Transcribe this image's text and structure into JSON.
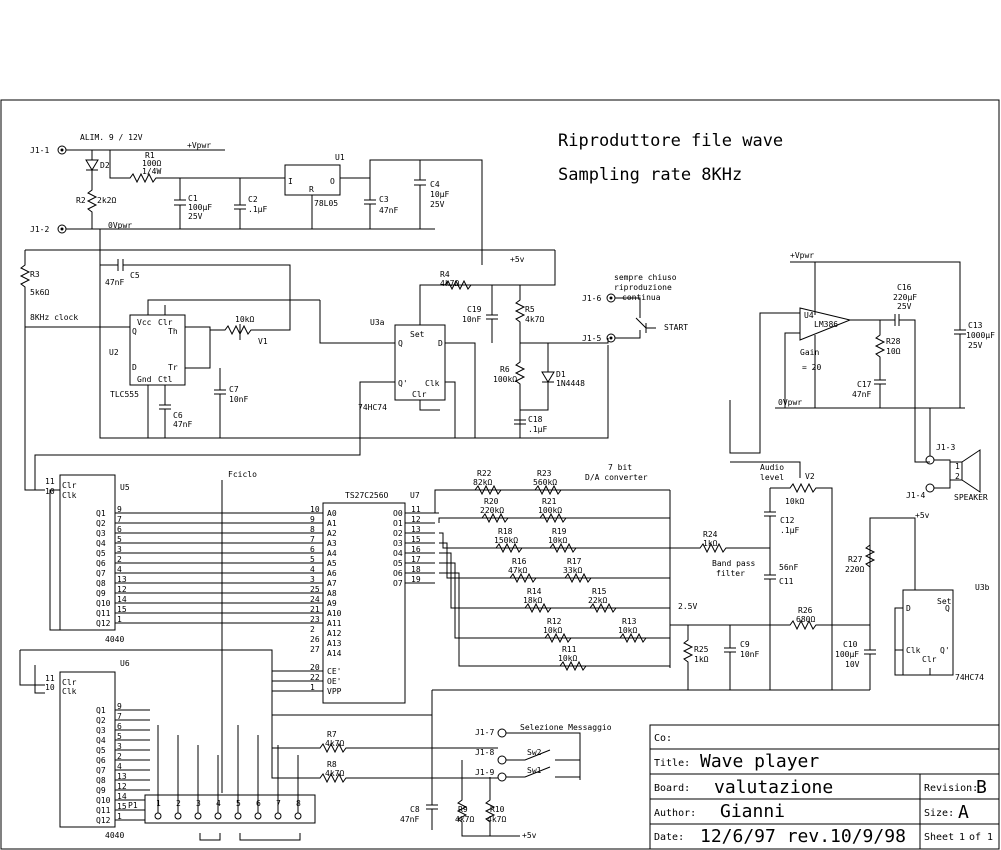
{
  "sheet": {
    "title_line1": "Riproduttore file wave",
    "title_line2": "Sampling rate  8KHz"
  },
  "labels": {
    "alim": "ALIM.  9 / 12V",
    "vpwr_top": "+Vpwr",
    "ovpwr": "0Vpwr",
    "plus5v": "+5v",
    "clock": "8KHz clock",
    "sempre1": "sempre chiuso",
    "sempre2": "riproduzione",
    "sempre3": "continua",
    "start": "START",
    "fciclo": "Fciclo",
    "da1": "7 bit",
    "da2": "D/A converter",
    "audio1": "Audio",
    "audio2": "level",
    "bandpass1": "Band pass",
    "bandpass2": "filter",
    "v25": "2.5V",
    "gain1": "Gain",
    "gain2": "= 20",
    "speaker": "SPEAKER",
    "selezione": "Selezione  Messaggio",
    "sw1": "Sw1",
    "sw2": "Sw2",
    "plus5v_u3b": "+5v",
    "plus5v_bottom": "+5v",
    "ovpwr_right": "0Vpwr",
    "vpwr_right": "+Vpwr"
  },
  "connectors": {
    "j1_1": "J1-1",
    "j1_2": "J1-2",
    "j1_3": "J1-3",
    "j1_4": "J1-4",
    "j1_5": "J1-5",
    "j1_6": "J1-6",
    "j1_7": "J1-7",
    "j1_8": "J1-8",
    "j1_9": "J1-9",
    "p1": "P1"
  },
  "components": {
    "r1": "R1",
    "r1v": "100Ω",
    "r1w": "1/4W",
    "r2": "R2",
    "r2v": "2k2Ω",
    "d2": "D2",
    "c1": "C1",
    "c1v": "100μF",
    "c1u": "25V",
    "c2": "C2",
    "c2v": ".1μF",
    "u1": "U1",
    "u1v": "78L05",
    "c3": "C3",
    "c3v": "47nF",
    "c4": "C4",
    "c4v": "10μF",
    "c4u": "25V",
    "r3": "R3",
    "r3v": "5k6Ω",
    "c5": "C5",
    "c5v": "47nF",
    "u2": "U2",
    "u2v": "TLC555",
    "v1": "V1",
    "v1v": "10kΩ",
    "c6": "C6",
    "c6v": "47nF",
    "c7": "C7",
    "c7v": "10nF",
    "r4": "R4",
    "r4v": "4k7Ω",
    "c19": "C19",
    "c19v": "10nF",
    "r5": "R5",
    "r5v": "4k7Ω",
    "r6": "R6",
    "r6v": "100kΩ",
    "d1": "D1",
    "d1v": "1N4448",
    "c18": "C18",
    "c18v": ".1μF",
    "u3a": "U3a",
    "u3av": "74HC74",
    "u4": "U4",
    "u4v": "LM386",
    "c16": "C16",
    "c16v": "220μF",
    "c16u": "25V",
    "c13": "C13",
    "c13v": "1000μF",
    "c13u": "25V",
    "r28": "R28",
    "r28v": "10Ω",
    "c17": "C17",
    "c17v": "47nF",
    "u5": "U5",
    "u5v": "4040",
    "u6": "U6",
    "u6v": "4040",
    "u7": "U7",
    "u7v": "TS27C256O",
    "r22": "R22",
    "r22v": "82kΩ",
    "r23": "R23",
    "r23v": "560kΩ",
    "r20": "R20",
    "r20v": "220kΩ",
    "r21": "R21",
    "r21v": "100kΩ",
    "r18": "R18",
    "r18v": "150kΩ",
    "r19": "R19",
    "r19v": "10kΩ",
    "r16": "R16",
    "r16v": "47kΩ",
    "r17": "R17",
    "r17v": "33kΩ",
    "r14": "R14",
    "r14v": "18kΩ",
    "r15": "R15",
    "r15v": "22kΩ",
    "r12": "R12",
    "r12v": "10kΩ",
    "r13": "R13",
    "r13v": "10kΩ",
    "r11": "R11",
    "r11v": "10kΩ",
    "r24": "R24",
    "r24v": "1kΩ",
    "c12": "C12",
    "c12v": ".1μF",
    "c11": "C11",
    "c11v": "56nF",
    "v2": "V2",
    "v2v": "10kΩ",
    "r25": "R25",
    "r25v": "1kΩ",
    "c9": "C9",
    "c9v": "10nF",
    "r26": "R26",
    "r26v": "680Ω",
    "c10": "C10",
    "c10v": "100μF",
    "c10u": "10V",
    "r27": "R27",
    "r27v": "220Ω",
    "u3b": "U3b",
    "u3bv": "74HC74",
    "r7": "R7",
    "r7v": "4k7Ω",
    "r8": "R8",
    "r8v": "4k7Ω",
    "r9": "R9",
    "r9v": "4k7Ω",
    "r10": "R10",
    "r10v": "4k7Ω",
    "c8": "C8",
    "c8v": "47nF"
  },
  "pins": {
    "u2": {
      "vcc": "Vcc",
      "clr": "Clr",
      "th": "Th",
      "q": "Q",
      "d": "D",
      "tr": "Tr",
      "gnd": "Gnd",
      "ctl": "Ctl"
    },
    "ff": {
      "set": "Set",
      "d": "D",
      "q": "Q",
      "qn": "Q'",
      "clk": "Clk",
      "clr": "Clr"
    },
    "counter": {
      "clr": "Clr",
      "clk": "Clk"
    },
    "u7": {
      "ce": "CE'",
      "oe": "OE'",
      "vpp": "VPP"
    },
    "u1": {
      "i": "I",
      "o": "O",
      "r": "R"
    }
  },
  "u5_outputs": [
    "Q1",
    "Q2",
    "Q3",
    "Q4",
    "Q5",
    "Q6",
    "Q7",
    "Q8",
    "Q9",
    "Q10",
    "Q11",
    "Q12"
  ],
  "u5_pins": [
    "9",
    "7",
    "6",
    "5",
    "3",
    "2",
    "4",
    "13",
    "12",
    "14",
    "15",
    "1"
  ],
  "u6_outputs": [
    "Q1",
    "Q2",
    "Q3",
    "Q4",
    "Q5",
    "Q6",
    "Q7",
    "Q8",
    "Q9",
    "Q10",
    "Q11",
    "Q12"
  ],
  "u6_pins": [
    "9",
    "7",
    "6",
    "5",
    "3",
    "2",
    "4",
    "13",
    "12",
    "14",
    "15",
    "1"
  ],
  "u7_addr_pins": [
    "10",
    "9",
    "8",
    "7",
    "6",
    "5",
    "4",
    "3",
    "25",
    "24",
    "21",
    "23",
    "2",
    "26",
    "27"
  ],
  "u7_addr": [
    "A0",
    "A1",
    "A2",
    "A3",
    "A4",
    "A5",
    "A6",
    "A7",
    "A8",
    "A9",
    "A10",
    "A11",
    "A12",
    "A13",
    "A14"
  ],
  "u7_ctrl_pins": [
    "20",
    "22",
    "1"
  ],
  "u7_data": [
    "O0",
    "O1",
    "O2",
    "O3",
    "O4",
    "O5",
    "O6",
    "O7"
  ],
  "u7_data_pins": [
    "11",
    "12",
    "13",
    "15",
    "16",
    "17",
    "18",
    "19"
  ],
  "p1_pins": [
    "1",
    "2",
    "3",
    "4",
    "5",
    "6",
    "7",
    "8"
  ],
  "titleblock": {
    "co_label": "Co:",
    "title_label": "Title:",
    "title_value": "Wave player",
    "board_label": "Board:",
    "board_value": "valutazione",
    "revision_label": "Revision:",
    "revision_value": "B",
    "author_label": "Author:",
    "author_value": "Gianni",
    "size_label": "Size:",
    "size_value": "A",
    "date_label": "Date:",
    "date_value": "12/6/97 rev.10/9/98",
    "sheet_label": "Sheet",
    "sheet_value": "1",
    "sheet_of": "of",
    "sheet_total": "1"
  }
}
